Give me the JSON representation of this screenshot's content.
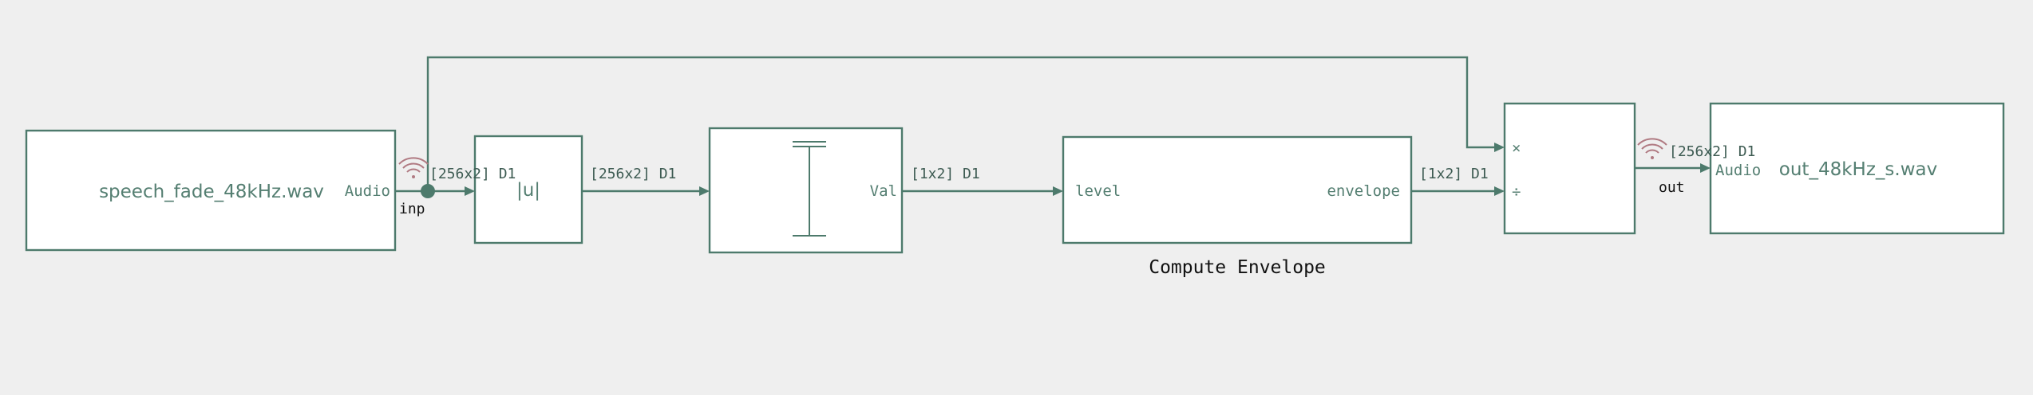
{
  "blocks": {
    "source": {
      "filename": "speech_fade_48kHz.wav",
      "out_port": "Audio"
    },
    "abs": {
      "label": "|u|"
    },
    "max": {
      "out_port": "Val"
    },
    "envelope": {
      "in_port": "level",
      "out_port": "envelope",
      "title": "Compute Envelope"
    },
    "product": {
      "in_multiply": "×",
      "in_divide": "÷"
    },
    "sink": {
      "filename": "out_48kHz_s.wav",
      "in_port": "Audio"
    }
  },
  "signals": {
    "inp_dims": "[256x2] D1",
    "inp_name": "inp",
    "abs_dims": "[256x2] D1",
    "max_dims": "[1x2] D1",
    "env_dims": "[1x2] D1",
    "out_dims": "[256x2] D1",
    "out_name": "out"
  },
  "colors": {
    "line": "#4d7a6c",
    "block_fill": "#ffffff",
    "background": "#efefef",
    "logged_signal": "#b07a82"
  }
}
